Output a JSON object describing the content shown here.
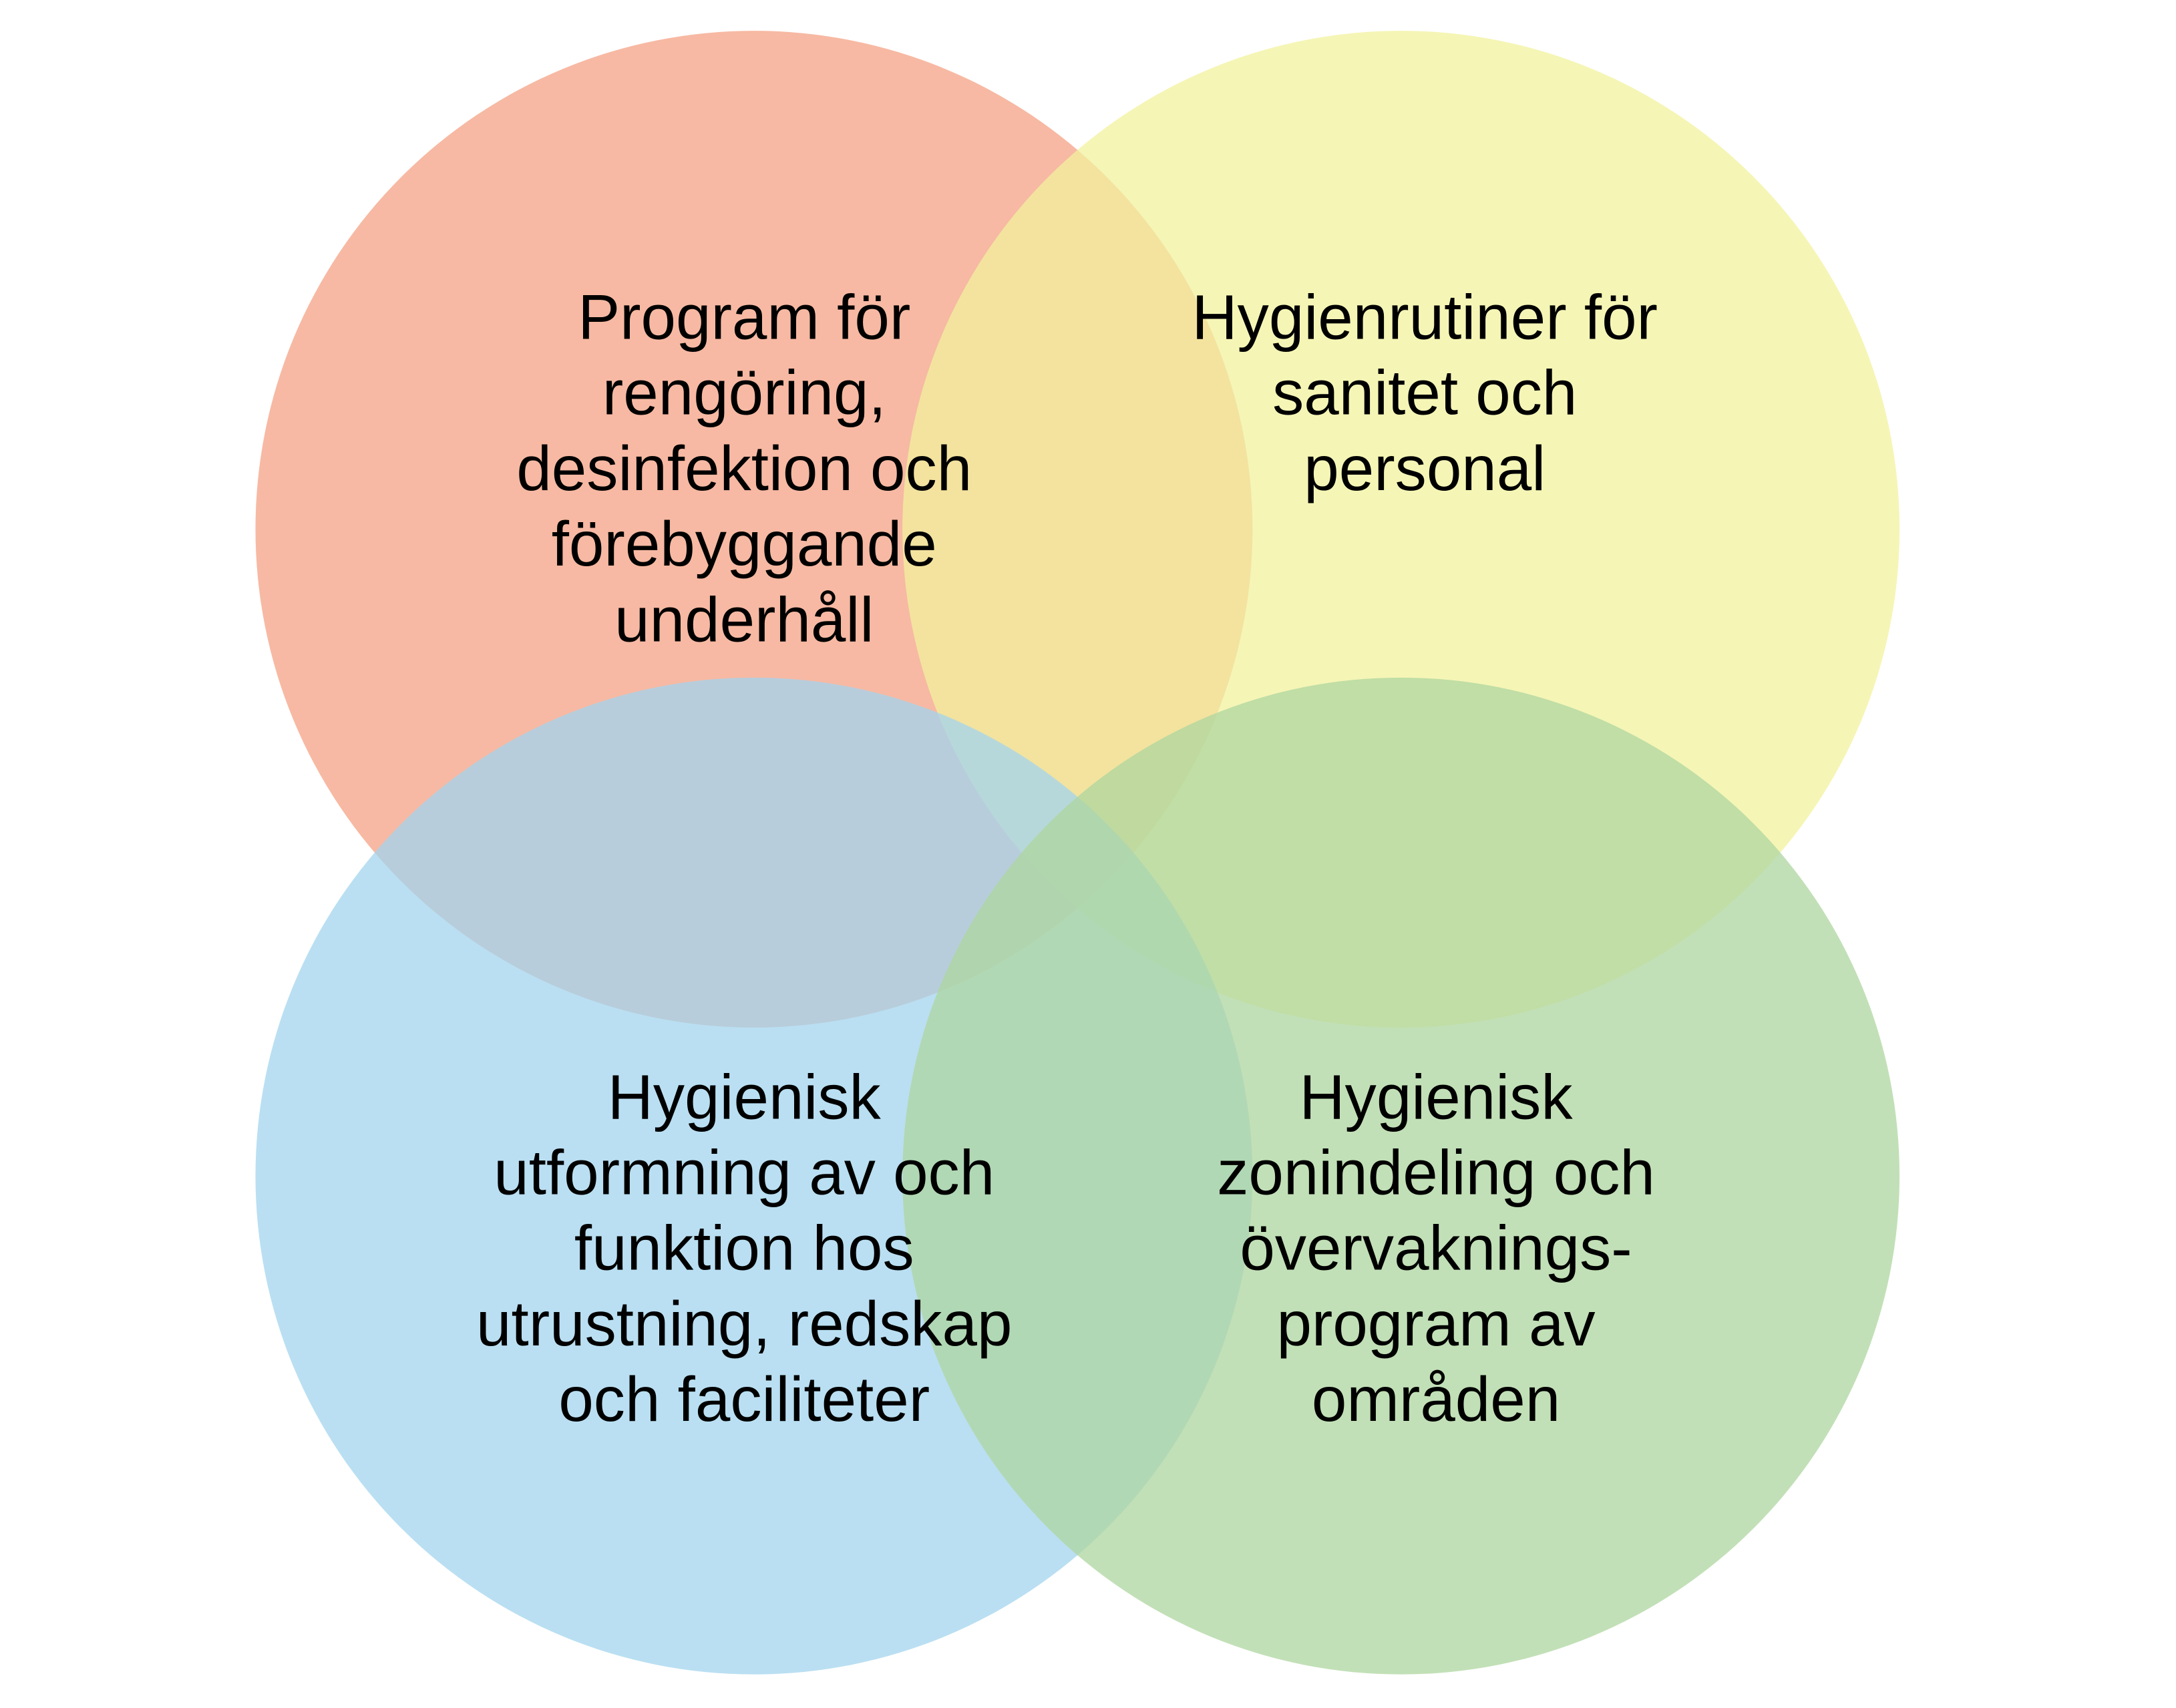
{
  "diagram": {
    "type": "venn",
    "sets": [
      {
        "id": "cleaning",
        "color": "#F4A284",
        "lines": [
          "Program för",
          "rengöring,",
          "desinfektion och",
          "förebyggande",
          "underhåll"
        ]
      },
      {
        "id": "hygiene-routines",
        "color": "#F1F19E",
        "lines": [
          "Hygienrutiner för",
          "sanitet och",
          "personal"
        ]
      },
      {
        "id": "design",
        "color": "#A3D4EE",
        "lines": [
          "Hygienisk",
          "utformning av och",
          "funktion hos",
          "utrustning, redskap",
          "och faciliteter"
        ]
      },
      {
        "id": "zoning",
        "color": "#ADD69F",
        "lines": [
          "Hygienisk",
          "zonindeling och",
          "övervaknings-",
          "program av",
          "områden"
        ]
      }
    ]
  }
}
